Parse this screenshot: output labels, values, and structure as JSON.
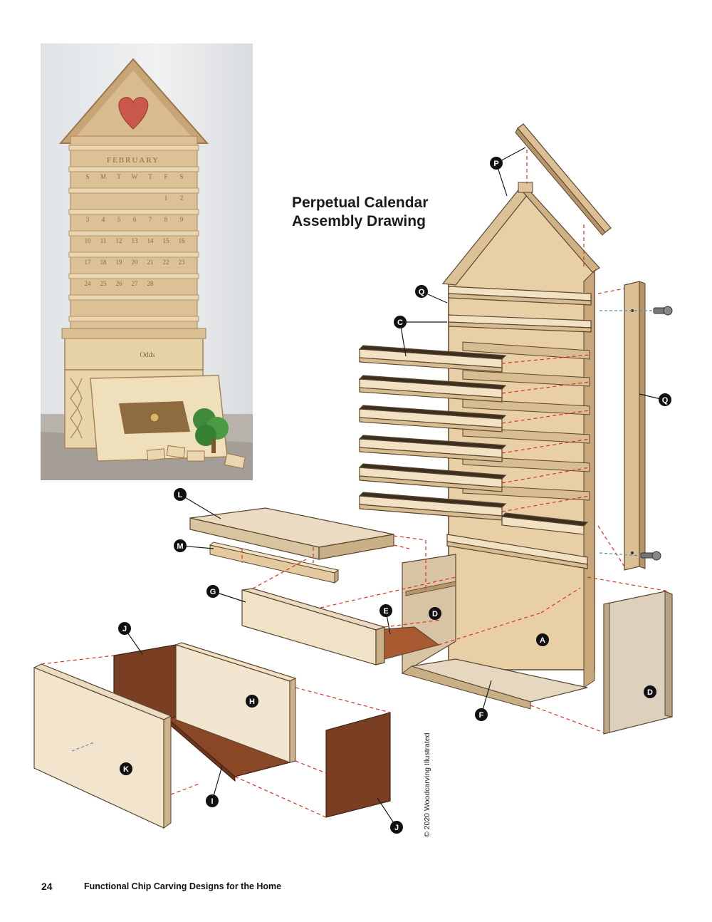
{
  "title": {
    "line1": "Perpetual Calendar",
    "line2": "Assembly Drawing"
  },
  "photo": {
    "banner_text": "FEBRUARY",
    "weekday_row": [
      "S",
      "M",
      "T",
      "W",
      "T",
      "F",
      "S"
    ],
    "date_rows": [
      [
        "",
        "",
        "",
        "",
        "",
        "1",
        "2"
      ],
      [
        "3",
        "4",
        "5",
        "6",
        "7",
        "8",
        "9"
      ],
      [
        "10",
        "11",
        "12",
        "13",
        "14",
        "15",
        "16"
      ],
      [
        "17",
        "18",
        "19",
        "20",
        "21",
        "22",
        "23"
      ],
      [
        "24",
        "25",
        "26",
        "27",
        "28",
        "",
        ""
      ]
    ],
    "drawer_text": "Odds"
  },
  "parts": [
    {
      "id": "P",
      "label": "P"
    },
    {
      "id": "Q-front",
      "label": "Q"
    },
    {
      "id": "C",
      "label": "C"
    },
    {
      "id": "Q-side",
      "label": "Q"
    },
    {
      "id": "L",
      "label": "L"
    },
    {
      "id": "M",
      "label": "M"
    },
    {
      "id": "G",
      "label": "G"
    },
    {
      "id": "E",
      "label": "E"
    },
    {
      "id": "D-inner",
      "label": "D"
    },
    {
      "id": "A",
      "label": "A"
    },
    {
      "id": "D-outer",
      "label": "D"
    },
    {
      "id": "F",
      "label": "F"
    },
    {
      "id": "J-top",
      "label": "J"
    },
    {
      "id": "H",
      "label": "H"
    },
    {
      "id": "K",
      "label": "K"
    },
    {
      "id": "I",
      "label": "I"
    },
    {
      "id": "J-bottom",
      "label": "J"
    }
  ],
  "copyright": "© 2020 Woodcarving Illustrated",
  "footer": {
    "page_number": "24",
    "book_title": "Functional Chip Carving Designs for the Home"
  }
}
